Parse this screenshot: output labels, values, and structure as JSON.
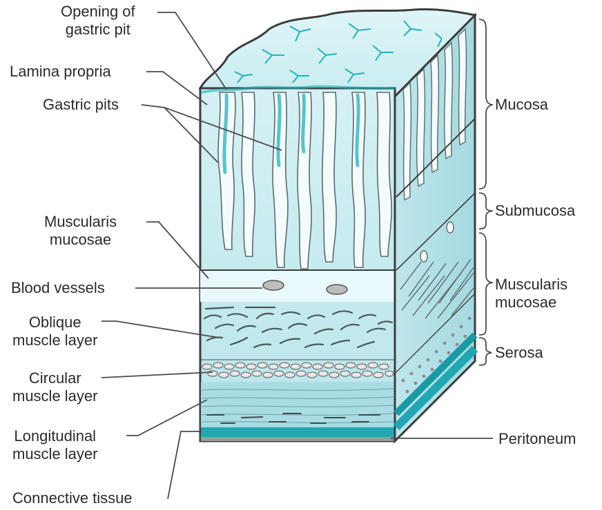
{
  "labels": {
    "opening": [
      "Opening of",
      "gastric pit"
    ],
    "lamina": "Lamina propria",
    "pits": "Gastric pits",
    "musc_mucosae_left": [
      "Muscularis",
      "mucosae"
    ],
    "blood": "Blood vessels",
    "oblique": [
      "Oblique",
      "muscle layer"
    ],
    "circular": [
      "Circular",
      "muscle layer"
    ],
    "longitudinal": [
      "Longitudinal",
      "muscle layer"
    ],
    "connective": "Connective tissue",
    "mucosa": "Mucosa",
    "submucosa": "Submucosa",
    "musc_mucosae_right": [
      "Muscularis",
      "mucosae"
    ],
    "serosa": "Serosa",
    "peritoneum": "Peritoneum"
  },
  "colors": {
    "tissue": "#cdeef2",
    "tissue_dark": "#a9dde3",
    "teal": "#1fb3bd",
    "deep_teal": "#1a9aa3",
    "outline": "#3c3c3c"
  }
}
